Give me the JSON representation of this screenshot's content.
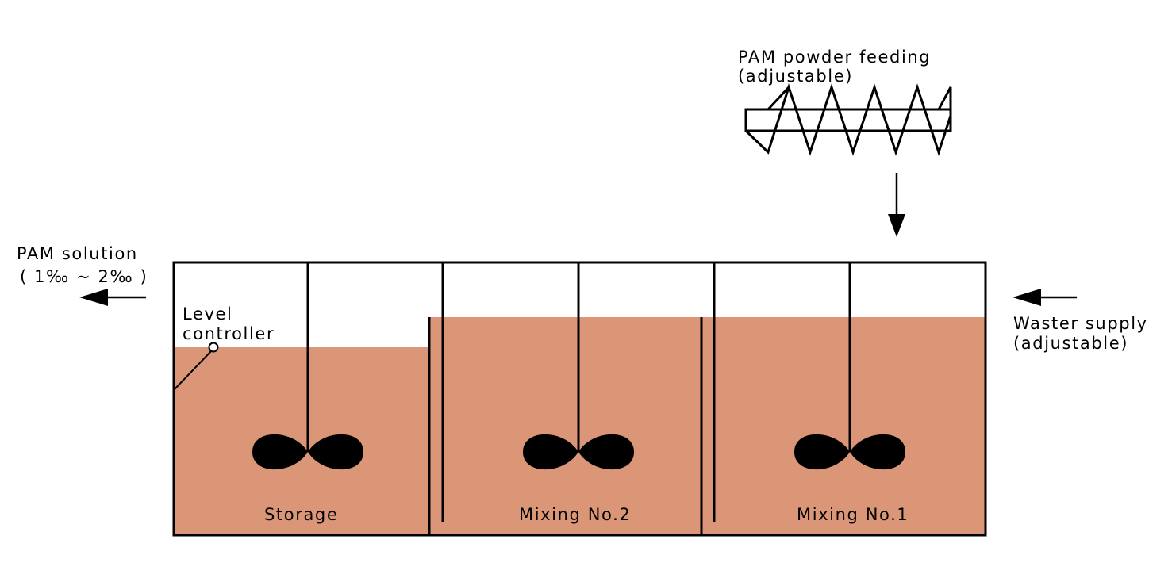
{
  "feeder": {
    "label_line1": "PAM powder feeding",
    "label_line2": "(adjustable)",
    "icon": "screw-feeder-icon"
  },
  "output": {
    "label_line1": "PAM solution",
    "label_line2": "( 1‰ ~ 2‰ )"
  },
  "supply": {
    "label_line1": "Waster supply",
    "label_line2": "(adjustable)"
  },
  "level_controller": {
    "label_line1": "Level",
    "label_line2": "controller"
  },
  "tanks": [
    {
      "label": "Storage"
    },
    {
      "label": "Mixing No.2"
    },
    {
      "label": "Mixing No.1"
    }
  ],
  "colors": {
    "liquid": "#db9577",
    "line": "#000000",
    "background": "#ffffff"
  }
}
